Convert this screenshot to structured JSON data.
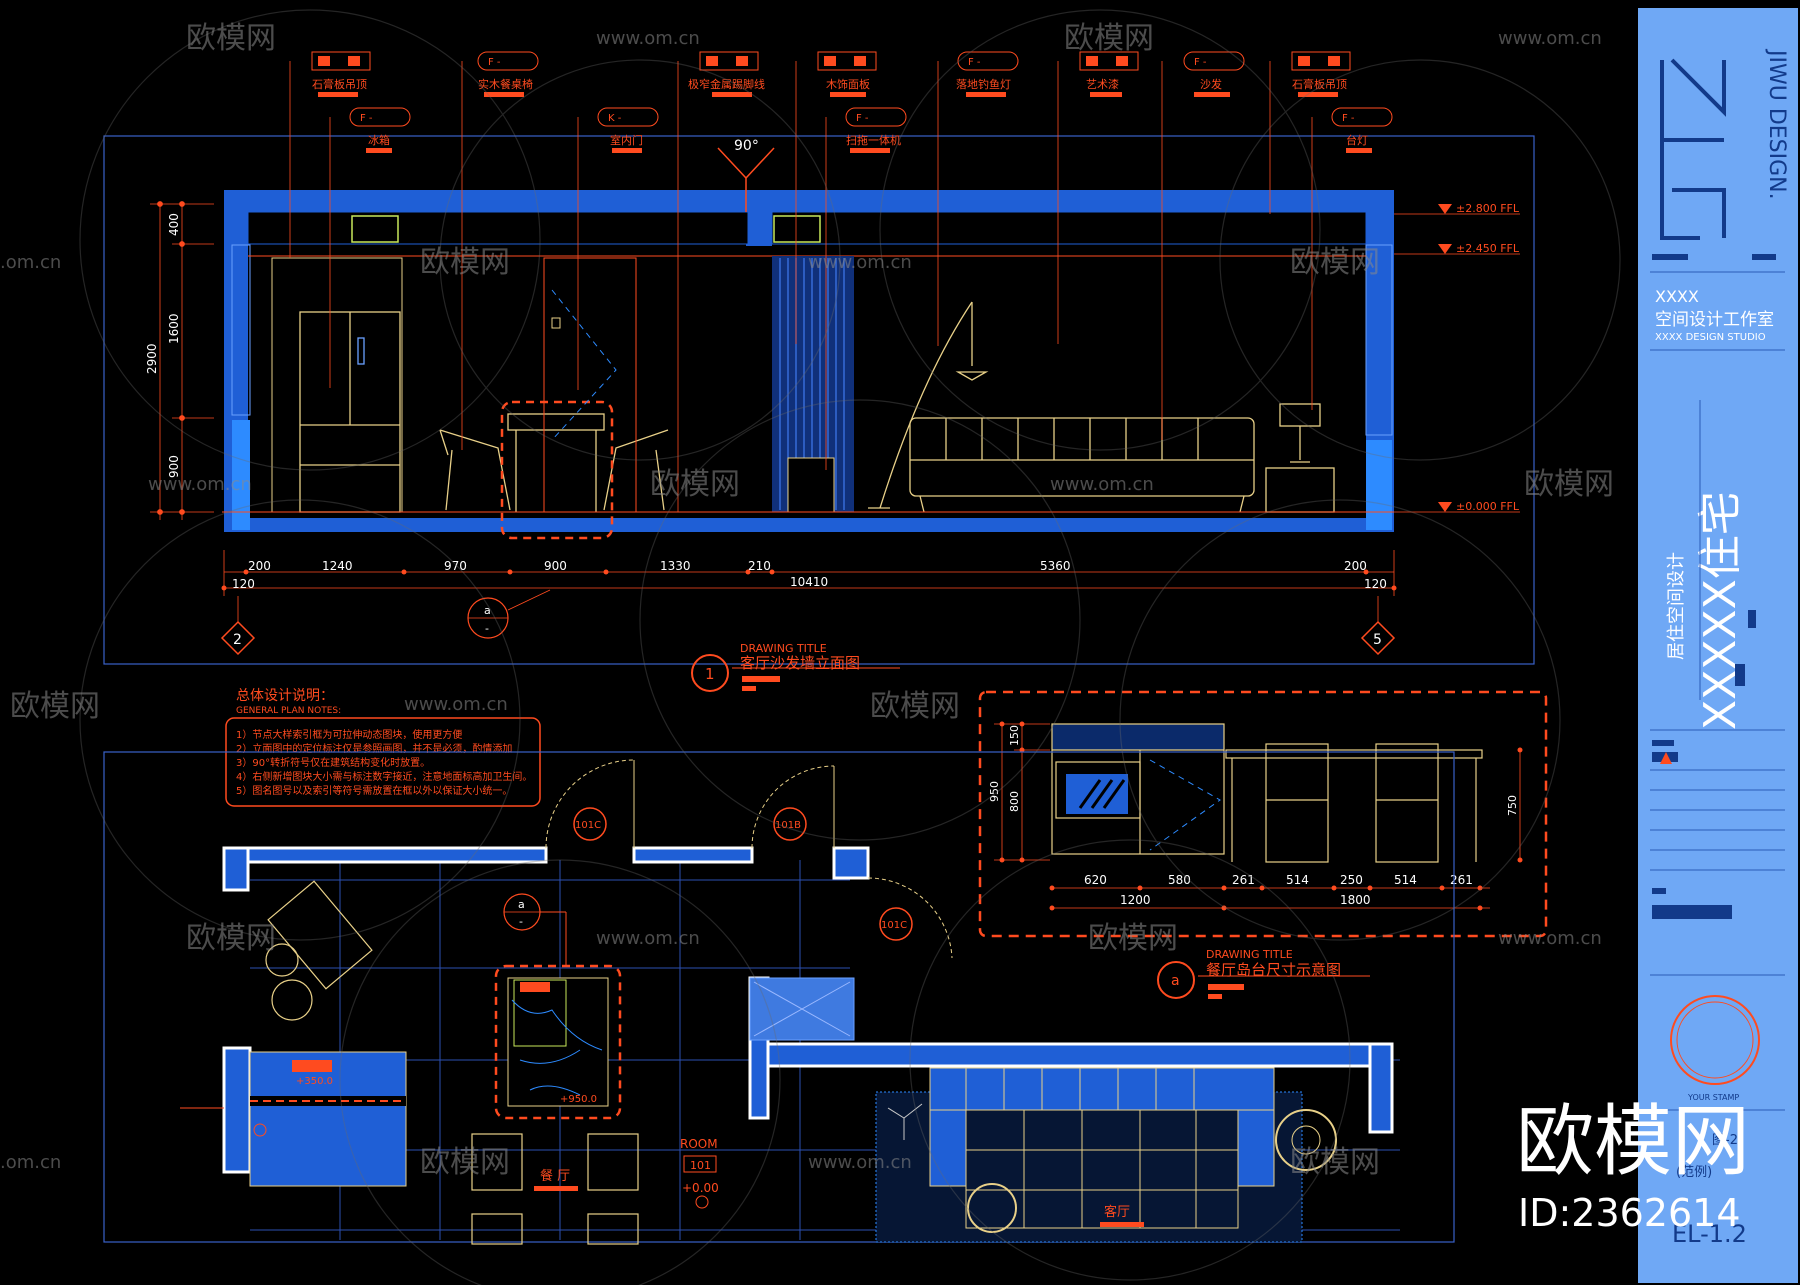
{
  "colors": {
    "bg": "#000000",
    "red": "#ff4b1f",
    "blue": "#1f5fd6",
    "panel": "#6fa8f5",
    "yellow": "#e8d088",
    "line": "#3a62c9"
  },
  "watermark": {
    "brand": "欧模网",
    "site": "www.om.cn",
    "site_short": ".om.cn"
  },
  "elevation": {
    "callouts": [
      {
        "code": "",
        "label": "石膏板吊顶"
      },
      {
        "code": "F  -",
        "label": "实木餐桌椅"
      },
      {
        "code": "",
        "label": "极窄金属踢脚线"
      },
      {
        "code": "",
        "label": "木饰面板"
      },
      {
        "code": "F  -",
        "label": "落地钓鱼灯"
      },
      {
        "code": "",
        "label": "艺术漆"
      },
      {
        "code": "F  -",
        "label": "沙发"
      },
      {
        "code": "",
        "label": "石膏板吊顶"
      }
    ],
    "callouts2": [
      {
        "code": "F  -",
        "label": "冰箱"
      },
      {
        "code": "K  -",
        "label": "室内门"
      },
      {
        "code": "F  -",
        "label": "扫拖一体机"
      },
      {
        "code": "F  -",
        "label": "台灯"
      }
    ],
    "angle": "90°",
    "levels": [
      "±2.800 FFL",
      "±2.450 FFL",
      "±0.000 FFL"
    ],
    "vdims": [
      "400",
      "1600",
      "900"
    ],
    "vtotal": "2900",
    "hdims": [
      "200",
      "1240",
      "970",
      "900",
      "1330",
      "210",
      "5360",
      "200"
    ],
    "hsmall": [
      "120",
      "120"
    ],
    "htotal": "10410",
    "left_marker": "2",
    "right_marker": "5",
    "ref_marker": "a",
    "ref_sub": "-",
    "title_num": "1",
    "title_en": "DRAWING  TITLE",
    "title_cn": "客厅沙发墙立面图"
  },
  "notes": {
    "title_cn": "总体设计说明：",
    "title_en": "GENERAL PLAN NOTES:",
    "items": [
      "1）节点大样索引框为可拉伸动态图块，使用更方便",
      "2）立面图中的定位标注仅是参照画图，并不是必须，酌情添加",
      "3）90°转折符号仅在建筑结构变化时放置。",
      "4）右侧新增图块大小需与标注数字接近，注意地面标高加卫生间。",
      "5）图名图号以及索引等符号需放置在框以外以保证大小统一。"
    ]
  },
  "detail": {
    "vdims": [
      "150",
      "800"
    ],
    "vtotal": "950",
    "right_dim": "750",
    "hdims": [
      "620",
      "580",
      "261",
      "514",
      "250",
      "514",
      "261"
    ],
    "htotals": [
      "1200",
      "1800"
    ],
    "title_num": "a",
    "title_en": "DRAWING  TITLE",
    "title_cn": "餐厅岛台尺寸示意图"
  },
  "plan": {
    "doors": [
      "101C",
      "101B",
      "101C"
    ],
    "ref_marker": "a",
    "ref_sub": "-",
    "level1": "+350.0",
    "level2": "+950.0",
    "room_label": "ROOM",
    "room_num": "101",
    "room_level": "+0.00",
    "dining": "餐 厅",
    "living": "客厅"
  },
  "titleblock": {
    "logo_en": "JIWU DESIGN.",
    "company1": "XXXX",
    "company2": "空间设计工作室",
    "company3": "XXXX  DESIGN  STUDIO",
    "project_big": "XXXXX住宅",
    "project_sub": "居住空间设计",
    "stamp": "YOUR  STAMP",
    "sheet_title": "图-2",
    "sheet_sub": "(范例)",
    "sheet_no": "EL-1.2"
  },
  "stamp_overlay": {
    "brand": "欧模网",
    "id": "ID:2362614"
  }
}
